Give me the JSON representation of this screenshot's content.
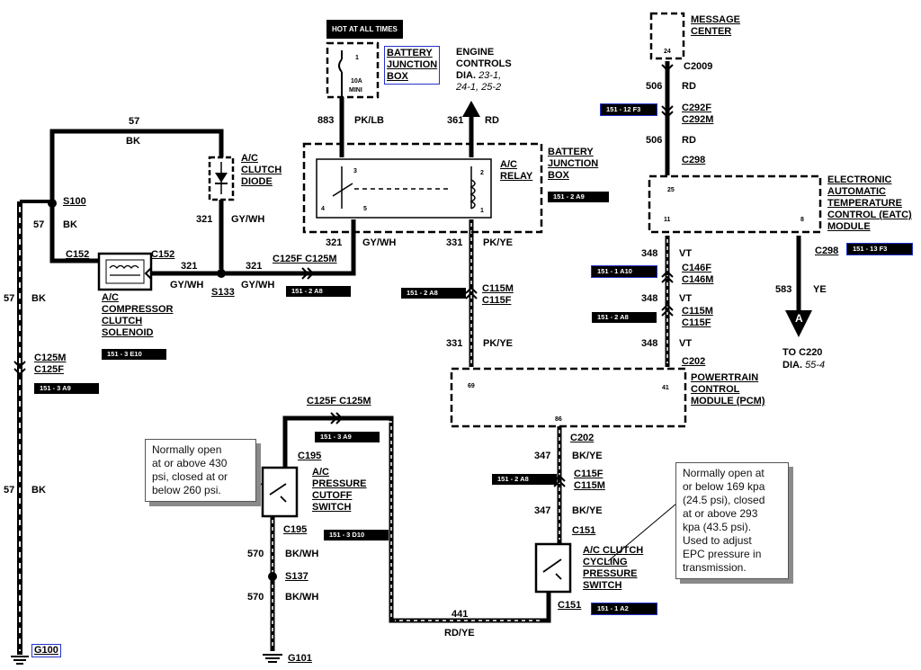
{
  "hot_label": "HOT AT ALL TIMES",
  "bjb_top": {
    "line1": "BATTERY",
    "line2": "JUNCTION",
    "line3": "BOX",
    "pin": "1",
    "fuse_line1": "10A",
    "fuse_line2": "MINI"
  },
  "engine_controls": {
    "line1": "ENGINE",
    "line2": "CONTROLS",
    "dia_prefix": "DIA.",
    "dia_refs_1": "23-1,",
    "dia_refs_2": "24-1, 25-2"
  },
  "message_center": {
    "line1": "MESSAGE",
    "line2": "CENTER",
    "pin": "24"
  },
  "wires": {
    "w57": "57",
    "bk": "BK",
    "w883": "883",
    "pklb": "PK/LB",
    "w361": "361",
    "rd": "RD",
    "w506": "506",
    "w321": "321",
    "gywh": "GY/WH",
    "w331": "331",
    "pkye": "PK/YE",
    "w348": "348",
    "vt": "VT",
    "w583": "583",
    "ye": "YE",
    "w347": "347",
    "bkye": "BK/YE",
    "w570": "570",
    "bkwh": "BK/WH",
    "w441": "441",
    "rdye": "RD/YE"
  },
  "connectors": {
    "c2009": "C2009",
    "c292f": "C292F",
    "c292m": "C292M",
    "c298": "C298",
    "c152": "C152",
    "c125f": "C125F",
    "c125m": "C125M",
    "s100": "S100",
    "s133": "S133",
    "c115m": "C115M",
    "c115f": "C115F",
    "c146f": "C146F",
    "c146m": "C146M",
    "c202": "C202",
    "c195": "C195",
    "c151": "C151",
    "s137": "S137",
    "g100": "G100",
    "g101": "G101",
    "c125f_c125m": "C125F C125M"
  },
  "tags": {
    "t_151_12_f3": "151 - 12 F3",
    "t_151_2_a9": "151 - 2 A9",
    "t_151_13_f3": "151 - 13 F3",
    "t_151_1_a10": "151 - 1 A10",
    "t_151_2_a8": "151 - 2 A8",
    "t_151_3_e10": "151 - 3 E10",
    "t_151_3_a9": "151 - 3 A9",
    "t_151_3_d10": "151 - 3 D10",
    "t_151_1_a2": "151 - 1 A2"
  },
  "components": {
    "diode": {
      "line1": "A/C",
      "line2": "CLUTCH",
      "line3": "DIODE"
    },
    "relay": {
      "line1": "A/C",
      "line2": "RELAY",
      "pin3": "3",
      "pin2": "2",
      "pin4": "4",
      "pin5": "5",
      "pin1": "1"
    },
    "bjb_right": {
      "line1": "BATTERY",
      "line2": "JUNCTION",
      "line3": "BOX"
    },
    "eatc": {
      "line1": "ELECTRONIC",
      "line2": "AUTOMATIC",
      "line3": "TEMPERATURE",
      "line4": "CONTROL (EATC)",
      "line5": "MODULE",
      "pin25": "25",
      "pin11": "11",
      "pin8": "8"
    },
    "compressor": {
      "line1": "A/C",
      "line2": "COMPRESSOR",
      "line3": "CLUTCH",
      "line4": "SOLENOID"
    },
    "pcm": {
      "line1": "POWERTRAIN",
      "line2": "CONTROL",
      "line3": "MODULE (PCM)",
      "pin69": "69",
      "pin41": "41",
      "pin86": "86"
    },
    "cutoff": {
      "line1": "A/C",
      "line2": "PRESSURE",
      "line3": "CUTOFF",
      "line4": "SWITCH"
    },
    "cycling": {
      "line1": "A/C CLUTCH",
      "line2": "CYCLING",
      "line3": "PRESSURE",
      "line4": "SWITCH"
    }
  },
  "arrow_a": {
    "letter": "A",
    "to": "TO C220",
    "dia": "DIA.",
    "dia_ref": "55-4"
  },
  "notes": {
    "cutoff": [
      "Normally open",
      "at or above 430",
      "psi, closed at or",
      "below 260 psi."
    ],
    "cycling": [
      "Normally open at",
      "or below 169 kpa",
      "(24.5 psi), closed",
      "at or above 293",
      "kpa (43.5 psi).",
      "Used to adjust",
      "EPC pressure in",
      "transmission."
    ]
  }
}
